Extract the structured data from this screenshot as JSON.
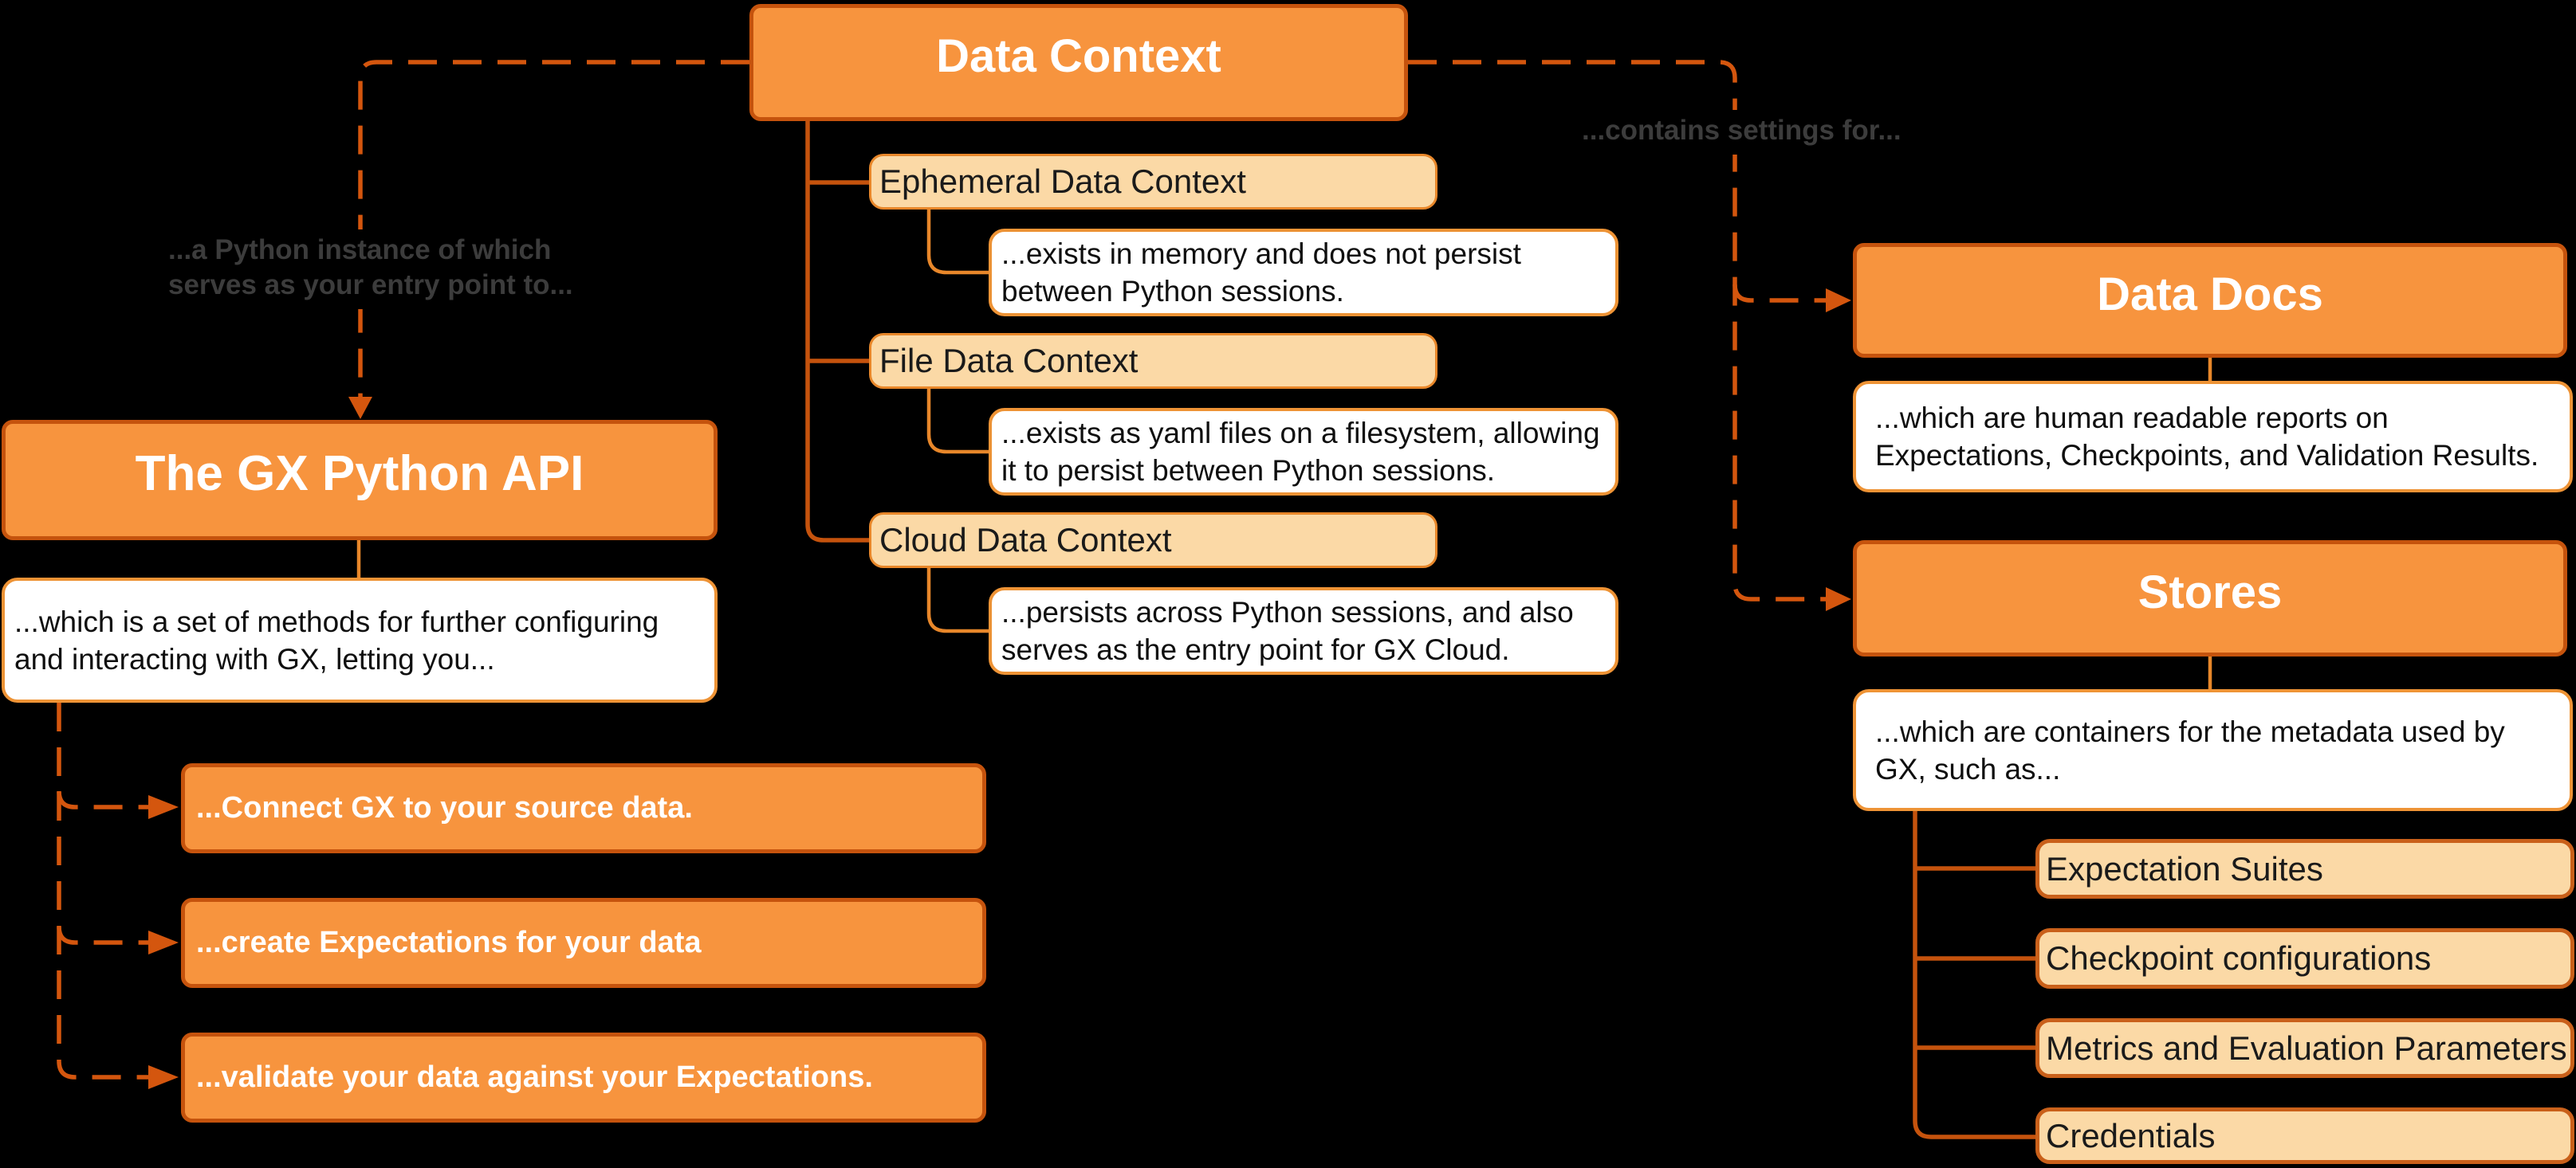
{
  "colors": {
    "background": "#000000",
    "node_fill_orange": "#F7943E",
    "node_border_dark": "#C5530D",
    "node_fill_peach": "#FBD9A6",
    "node_border_light": "#E8872A",
    "white_box_border": "#EE9335",
    "dashed_arrow": "#D4560E",
    "edge_label_gray": "#3C3C3C"
  },
  "labels": {
    "python_instance_lines": [
      "...a Python instance of which",
      "serves as your entry point to..."
    ],
    "contains_settings": "...contains settings for..."
  },
  "nodes": {
    "data_context": {
      "title": "Data Context"
    },
    "ephemeral": {
      "title": "Ephemeral Data Context",
      "desc_lines": [
        "...exists in memory and does not persist",
        "between Python sessions."
      ]
    },
    "file": {
      "title": "File Data Context",
      "desc_lines": [
        "...exists as yaml files on a filesystem, allowing",
        "it to persist between Python sessions."
      ]
    },
    "cloud": {
      "title": "Cloud Data Context",
      "desc_lines": [
        "...persists across Python sessions, and also",
        "serves as the entry point for GX Cloud."
      ]
    },
    "gx_api": {
      "title": "The GX Python API",
      "desc_lines": [
        "...which is a set of methods for further configuring",
        "and interacting with GX, letting you..."
      ]
    },
    "actions": [
      {
        "label": "...Connect GX to your source data."
      },
      {
        "label": "...create Expectations for your data"
      },
      {
        "label": "...validate your data against your Expectations."
      }
    ],
    "data_docs": {
      "title": "Data Docs",
      "desc_lines": [
        "...which are human readable reports on",
        "Expectations, Checkpoints, and Validation Results."
      ]
    },
    "stores": {
      "title": "Stores",
      "desc_lines": [
        "...which are containers for the metadata used by",
        "GX, such as..."
      ],
      "items": [
        "Expectation Suites",
        "Checkpoint configurations",
        "Metrics and Evaluation Parameters",
        "Credentials"
      ]
    }
  }
}
